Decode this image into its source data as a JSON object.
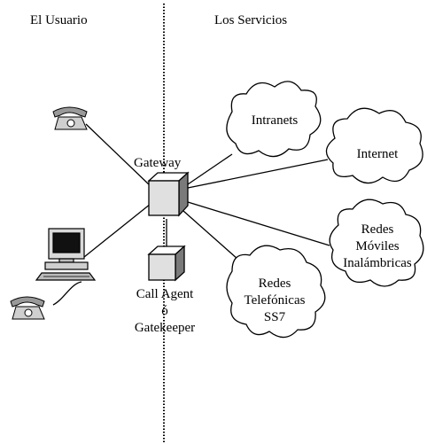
{
  "headers": {
    "user": "El Usuario",
    "services": "Los Servicios"
  },
  "devices": {
    "gateway": "Gateway",
    "call_agent": [
      "Call Agent",
      "ó",
      "Gatekeeper"
    ]
  },
  "clouds": {
    "intranets": [
      "Intranets"
    ],
    "internet": [
      "Internet"
    ],
    "mobile": [
      "Redes",
      "Móviles",
      "Inalámbricas"
    ],
    "telephony": [
      "Redes",
      "Telefónicas",
      "SS7"
    ]
  }
}
